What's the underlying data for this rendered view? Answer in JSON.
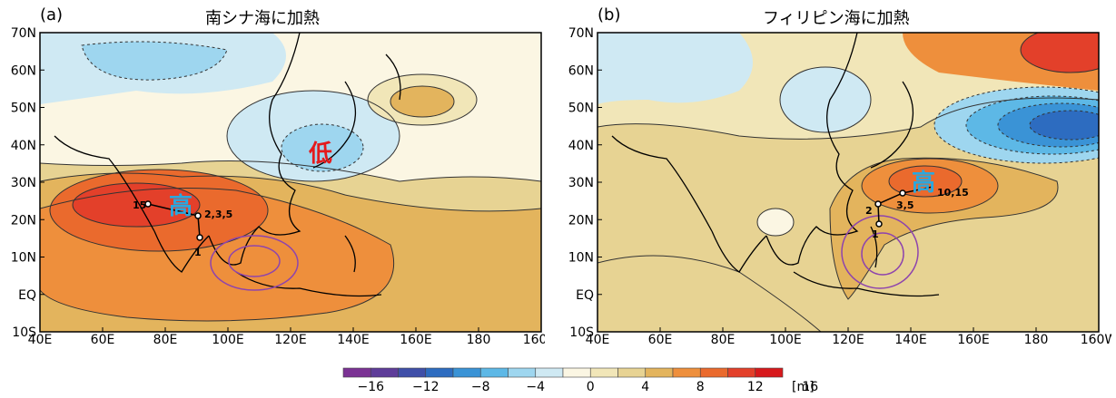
{
  "panels": [
    {
      "label": "(a)",
      "title": "南シナ海に加熱",
      "high_label": "高",
      "low_label": "低",
      "track_labels": [
        "15",
        "2,3,5",
        "1"
      ]
    },
    {
      "label": "(b)",
      "title": "フィリピン海に加熱",
      "high_label": "高",
      "track_labels": [
        "2",
        "3,5",
        "10,15",
        "1"
      ]
    }
  ],
  "lat_labels": [
    "70N",
    "60N",
    "50N",
    "40N",
    "30N",
    "20N",
    "10N",
    "EQ",
    "10S"
  ],
  "lon_labels": [
    "40E",
    "60E",
    "80E",
    "100E",
    "120E",
    "140E",
    "160E",
    "180",
    "160W"
  ],
  "colorbar": {
    "ticks": [
      "−16",
      "−12",
      "−8",
      "−4",
      "0",
      "4",
      "8",
      "12",
      "16"
    ],
    "unit": "[m]",
    "colors": [
      "#7b3294",
      "#5e3c99",
      "#3f4fa8",
      "#2d6cc0",
      "#3a93d6",
      "#5db8e6",
      "#9ed6ef",
      "#cfe9f3",
      "#fbf6e3",
      "#f1e6b8",
      "#e7d393",
      "#e3b45d",
      "#ee8f3c",
      "#ea6a2d",
      "#e3402a",
      "#d7191c"
    ]
  }
}
